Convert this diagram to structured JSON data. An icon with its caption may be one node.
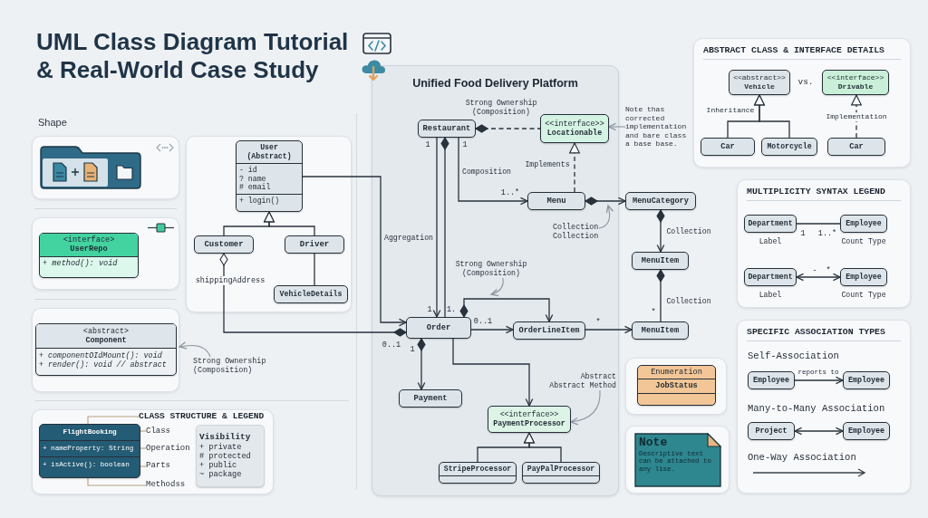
{
  "diagram": {
    "title": "UML Class Diagram Tutorial & Real-World Case Study",
    "nodes": [
      {
        "text": [
          "Shape"
        ]
      },
      {
        "text": [],
        "shape": "box"
      },
      {
        "text": [
          "<interface>",
          "UserRepo",
          "+ method(): void"
        ],
        "in": 1
      },
      {
        "text": [],
        "shape": "box"
      },
      {
        "text": [
          "<abstract>",
          "Component",
          "+ componentOIdMount(): void",
          "+ render(): void // abstract"
        ],
        "in": 3
      },
      {
        "text": [
          "Strong Ownership (Composition)"
        ]
      },
      {
        "text": [],
        "shape": "box"
      },
      {
        "text": [
          "CLASS STRUCTURE & LEGEND"
        ],
        "in": 6
      },
      {
        "text": [
          "FlightBooking",
          "+ nameProperty: String",
          "+ isActive(): boolean"
        ],
        "in": 6
      },
      {
        "text": [
          "Class"
        ],
        "in": 6
      },
      {
        "text": [
          "Operation"
        ],
        "in": 6
      },
      {
        "text": [
          "Parts"
        ],
        "in": 6
      },
      {
        "text": [
          "Methodss"
        ],
        "in": 6
      },
      {
        "text": [
          "Visibility",
          "+ private",
          "# protected",
          "+ public",
          "~ package"
        ],
        "in": 6
      },
      {
        "text": [],
        "shape": "box"
      },
      {
        "text": [
          "User",
          "(Abstract)",
          "- id",
          "? name",
          "# email",
          "+ login()"
        ],
        "in": 14
      },
      {
        "text": [
          "Customer"
        ],
        "in": 14
      },
      {
        "text": [
          "Driver"
        ],
        "in": 14
      },
      {
        "text": [
          "VehicleDetails"
        ],
        "in": 14
      },
      {
        "text": [
          "Unified Food Delivery Platform"
        ]
      },
      {
        "text": [
          "Restaurant"
        ],
        "in": 19
      },
      {
        "text": [
          "<<interface>>",
          "Locationable"
        ],
        "in": 19
      },
      {
        "text": [
          "Menu"
        ],
        "in": 19
      },
      {
        "text": [
          "MenuCategory"
        ]
      },
      {
        "text": [
          "Collection Collection"
        ],
        "in": 19
      },
      {
        "text": [
          "MenuItem"
        ]
      },
      {
        "text": [
          "Strong Ownership (Composition)"
        ],
        "in": 19
      },
      {
        "text": [
          "Order"
        ],
        "in": 19
      },
      {
        "text": [
          "OrderLineItem"
        ],
        "in": 19
      },
      {
        "text": [
          "MenuItem"
        ]
      },
      {
        "text": [
          "Payment"
        ],
        "in": 19
      },
      {
        "text": [
          "Abstract Abstract Method"
        ],
        "in": 19
      },
      {
        "text": [
          "<<interface>>",
          "PaymentProcessor"
        ],
        "in": 19
      },
      {
        "text": [
          "StripeProcessor"
        ],
        "in": 19
      },
      {
        "text": [
          "PayPalProcessor"
        ],
        "in": 19
      },
      {
        "text": [
          "Note thas corrected implementation and bare class a base base."
        ]
      },
      {
        "text": [
          "ABSTRACT CLASS & INTERFACE DETAILS"
        ]
      },
      {
        "text": [
          "<<abstract>>",
          "Vehicle"
        ],
        "in": 36
      },
      {
        "text": [
          "<<interface>>",
          "Drivable"
        ],
        "in": 36
      },
      {
        "text": [
          "Car"
        ],
        "in": 36
      },
      {
        "text": [
          "Motorcycle"
        ],
        "in": 36
      },
      {
        "text": [
          "Car"
        ],
        "in": 36
      },
      {
        "text": [
          "MULTIPLICITY SYNTAX LEGEND"
        ]
      },
      {
        "text": [
          "Department"
        ],
        "beside": [
          "Label"
        ],
        "in": 42
      },
      {
        "text": [
          "Employee"
        ],
        "beside": [
          "Count Type"
        ],
        "in": 42
      },
      {
        "text": [
          "Department"
        ],
        "beside": [
          "Label"
        ],
        "in": 42
      },
      {
        "text": [
          "Employee"
        ],
        "beside": [
          "Count Type"
        ],
        "in": 42
      },
      {
        "text": [],
        "shape": "box"
      },
      {
        "text": [
          "Enumeration",
          "JobStatus"
        ],
        "in": 47
      },
      {
        "text": [],
        "shape": "box"
      },
      {
        "text": [
          "Note",
          "Descriptive text can be attached to any lise."
        ],
        "in": 49
      },
      {
        "text": [
          "SPECIFIC ASSOCIATION TYPES"
        ]
      },
      {
        "text": [
          "Employee"
        ],
        "in": 51
      },
      {
        "text": [
          "Employee"
        ],
        "in": 51
      },
      {
        "text": [
          "Project"
        ],
        "in": 51
      },
      {
        "text": [
          "Employee"
        ],
        "in": 51
      }
    ],
    "edges": [
      {
        "from": 5,
        "to": 3,
        "arrow": "to",
        "color": "#8c969f"
      },
      {
        "from": 7,
        "to": 8,
        "arrow": "none",
        "color": "#b79f7b"
      },
      {
        "from": 9,
        "to": 8,
        "arrow": "none",
        "color": "#b79f7b"
      },
      {
        "from": 10,
        "to": 8,
        "arrow": "none",
        "color": "#b79f7b"
      },
      {
        "from": 11,
        "to": 8,
        "arrow": "none",
        "color": "#b79f7b"
      },
      {
        "from": 12,
        "to": 8,
        "arrow": "none",
        "color": "#b79f7b"
      },
      {
        "from": 16,
        "to": 15,
        "arrow": "to"
      },
      {
        "from": 17,
        "to": 15,
        "arrow": "to"
      },
      {
        "from": 17,
        "to": 18,
        "arrow": "none"
      },
      {
        "from": 15,
        "to": 27,
        "arrow": "to"
      },
      {
        "from": 16,
        "to": 27,
        "arrow": "other",
        "label": "shippingAddress"
      },
      {
        "from": 20,
        "to": 21,
        "arrow": "other",
        "label": "Strong Ownership (Composition)",
        "style": "dashed"
      },
      {
        "from": 22,
        "to": 21,
        "arrow": "to",
        "label": "Implements",
        "style": "dashed"
      },
      {
        "from": 35,
        "to": 21,
        "arrow": "to",
        "color": "#8c969f"
      },
      {
        "from": 20,
        "to": 22,
        "arrow": "to",
        "label": "Composition"
      },
      {
        "from": 22,
        "to": 23,
        "arrow": "to"
      },
      {
        "from": 24,
        "to": null,
        "arrow": "to",
        "color": "#8c969f"
      },
      {
        "from": 23,
        "to": 25,
        "arrow": "to",
        "label": "Collection"
      },
      {
        "from": 25,
        "to": 29,
        "arrow": "other",
        "label": "Collection"
      },
      {
        "from": 20,
        "to": 27,
        "arrow": "to",
        "label": "Aggregation"
      },
      {
        "from": 20,
        "to": 27,
        "arrow": "other"
      },
      {
        "from": 26,
        "to": null,
        "arrow": "to",
        "color": "#8c969f"
      },
      {
        "from": 27,
        "to": 28,
        "arrow": "to"
      },
      {
        "from": 27,
        "to": 28,
        "arrow": "to"
      },
      {
        "from": 28,
        "to": 29,
        "arrow": "to"
      },
      {
        "from": 27,
        "to": 30,
        "arrow": "to"
      },
      {
        "from": 27,
        "to": 32,
        "arrow": "to"
      },
      {
        "from": 31,
        "to": 32,
        "arrow": "to",
        "color": "#8c969f"
      },
      {
        "from": 33,
        "to": 32,
        "arrow": "to"
      },
      {
        "from": 34,
        "to": 32,
        "arrow": "to"
      },
      {
        "from": 39,
        "to": 37,
        "arrow": "to",
        "label": "Inheritance"
      },
      {
        "from": 40,
        "to": 37,
        "arrow": "to"
      },
      {
        "from": 41,
        "to": 38,
        "arrow": "to",
        "label": "Implementation",
        "style": "dashed"
      },
      {
        "from": 43,
        "to": 44,
        "arrow": "none"
      },
      {
        "from": 45,
        "to": 46,
        "arrow": "both"
      },
      {
        "from": 52,
        "to": 53,
        "arrow": "to",
        "label": "reports to"
      },
      {
        "from": 54,
        "to": 55,
        "arrow": "both"
      }
    ],
    "labels": [
      "1",
      "1",
      "1..*",
      "1",
      "1.",
      "0..1",
      "0..1",
      "1",
      "*",
      "*",
      "vs.",
      "1",
      "1..*",
      "-",
      "*",
      "Self-Association",
      "Many-to-Many Association",
      "One-Way Association"
    ]
  }
}
